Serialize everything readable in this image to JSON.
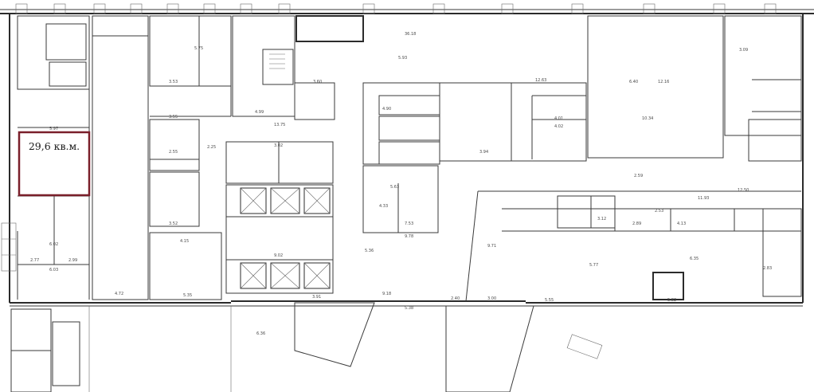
{
  "highlight": {
    "label": "29,6 кв.м.",
    "color": "#7a1f2a"
  },
  "dimensions": [
    "36.18",
    "5.93",
    "5.75",
    "12.16",
    "6.40",
    "3.09",
    "4.99",
    "13.75",
    "3.60",
    "6.02",
    "5.97",
    "4.15",
    "5.35",
    "4.72",
    "3.91",
    "9.02",
    "5.36",
    "9.18",
    "5.38",
    "12.63",
    "10.34",
    "11.93",
    "12.50",
    "5.77",
    "6.35",
    "9.78",
    "7.53",
    "4.33",
    "5.63",
    "3.94",
    "4.90",
    "4.01",
    "4.02",
    "3.02",
    "2.25",
    "3.53",
    "3.55",
    "3.52",
    "2.55",
    "2.77",
    "2.99",
    "6.03",
    "4.13",
    "5.82",
    "5.55",
    "6.36",
    "2.40",
    "3.00",
    "3.12",
    "2.89",
    "2.53",
    "2.83",
    "2.59",
    "9.71"
  ]
}
